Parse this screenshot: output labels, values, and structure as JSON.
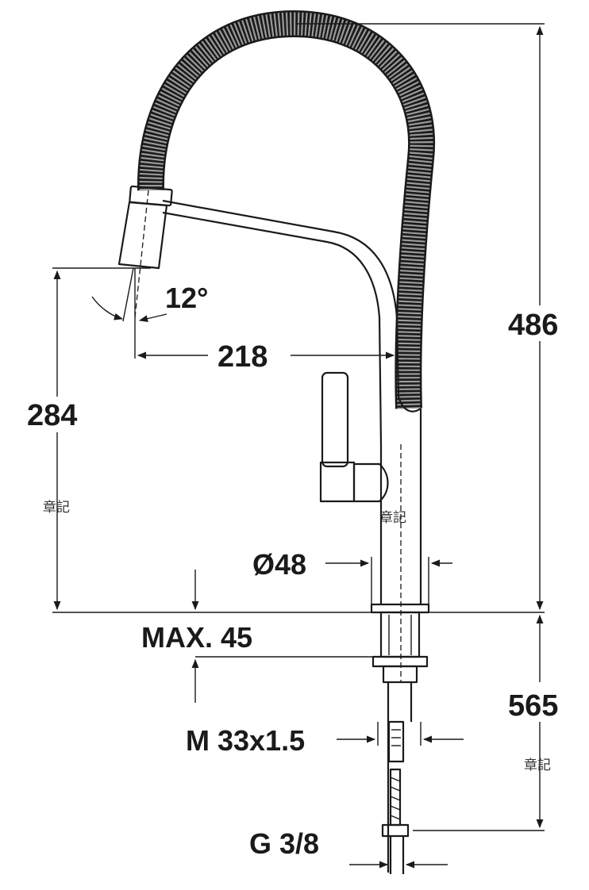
{
  "dimensions": {
    "total_height": "486",
    "spout_height": "284",
    "spout_reach": "218",
    "spout_angle": "12°",
    "body_diameter": "Ø48",
    "max_thickness": "MAX. 45",
    "thread_size": "M 33x1.5",
    "hose_length": "565",
    "hose_connection": "G 3/8"
  },
  "watermarks": [
    "章記",
    "章記",
    "章記"
  ],
  "colors": {
    "line": "#1a1a1a",
    "background": "#ffffff",
    "hose_fill": "#8a8a8a"
  }
}
